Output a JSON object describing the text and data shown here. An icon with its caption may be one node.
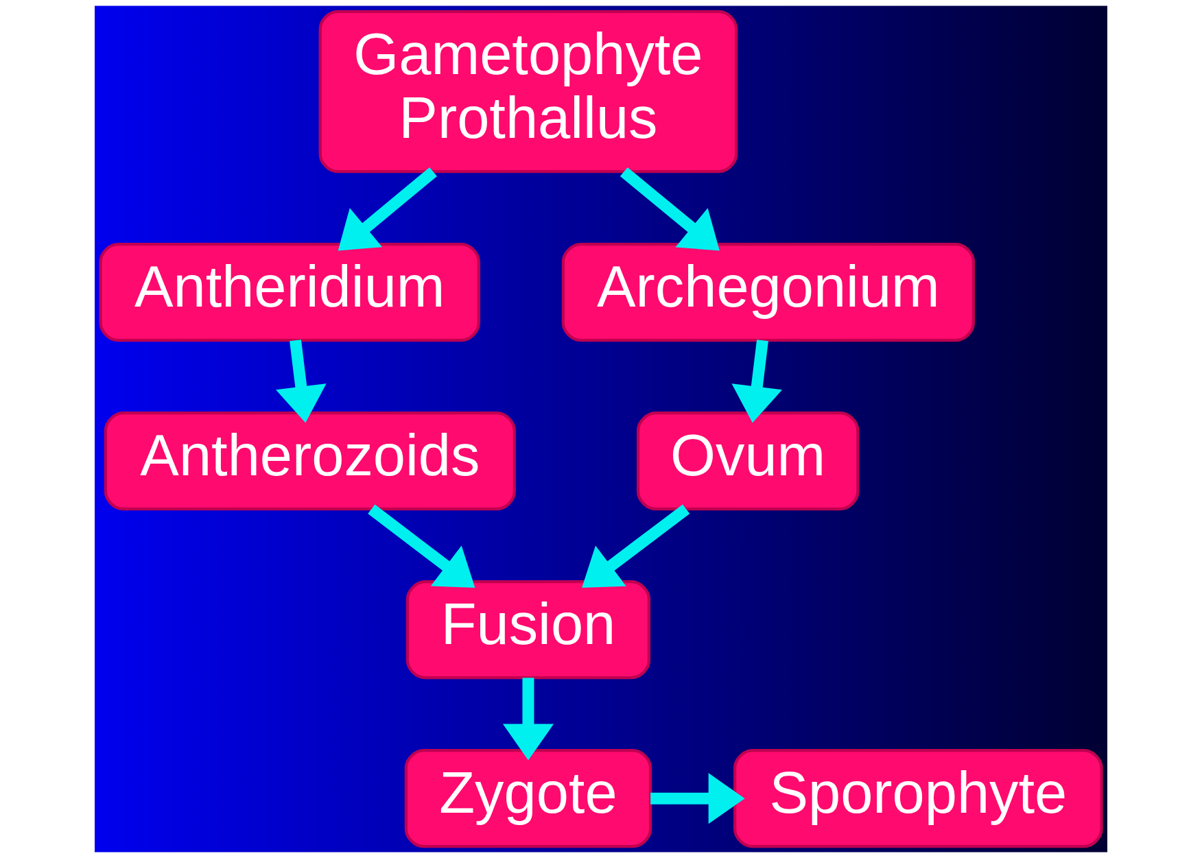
{
  "diagram": {
    "nodes": [
      {
        "text": [
          "Gametophyte Prothallus"
        ]
      },
      {
        "text": [
          "Antheridium"
        ]
      },
      {
        "text": [
          "Archegonium"
        ]
      },
      {
        "text": [
          "Antherozoids"
        ]
      },
      {
        "text": [
          "Ovum"
        ]
      },
      {
        "text": [
          "Fusion"
        ]
      },
      {
        "text": [
          "Zygote"
        ]
      },
      {
        "text": [
          "Sporophyte"
        ]
      }
    ],
    "edges": [
      {
        "from": 0,
        "to": 1,
        "arrow": "to"
      },
      {
        "from": 0,
        "to": 2,
        "arrow": "to"
      },
      {
        "from": 1,
        "to": 3,
        "arrow": "to"
      },
      {
        "from": 2,
        "to": 4,
        "arrow": "to"
      },
      {
        "from": 3,
        "to": 5,
        "arrow": "to"
      },
      {
        "from": 4,
        "to": 5,
        "arrow": "to"
      },
      {
        "from": 5,
        "to": 6,
        "arrow": "to"
      },
      {
        "from": 6,
        "to": 7,
        "arrow": "to"
      }
    ]
  }
}
